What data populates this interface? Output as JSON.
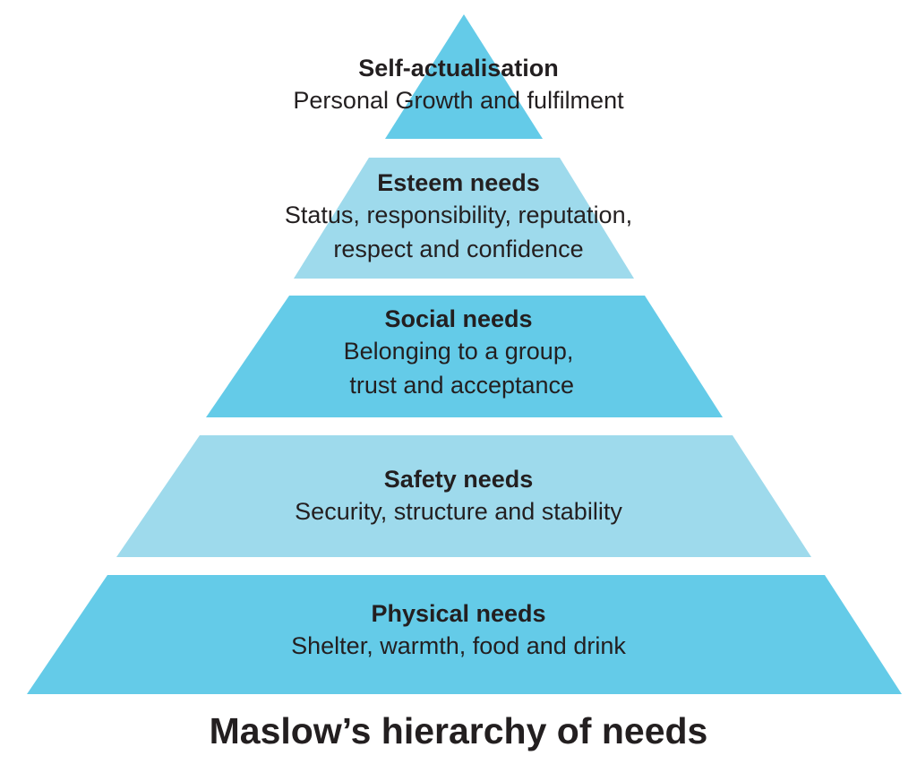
{
  "colors": {
    "tier_dark": "#64cbe8",
    "tier_light": "#9edaec",
    "text": "#231f20",
    "background": "#ffffff"
  },
  "tiers": [
    {
      "title": "Self-actualisation",
      "description": "Personal Growth and fulfilment",
      "shade": "dark"
    },
    {
      "title": "Esteem needs",
      "description": "Status, responsibility, reputation,\nrespect and confidence",
      "shade": "light"
    },
    {
      "title": "Social needs",
      "description": "Belonging to a group,\n trust and acceptance",
      "shade": "dark"
    },
    {
      "title": "Safety needs",
      "description": "Security, structure and stability",
      "shade": "light"
    },
    {
      "title": "Physical needs",
      "description": "Shelter, warmth, food and drink",
      "shade": "dark"
    }
  ],
  "caption": "Maslow’s hierarchy of needs"
}
